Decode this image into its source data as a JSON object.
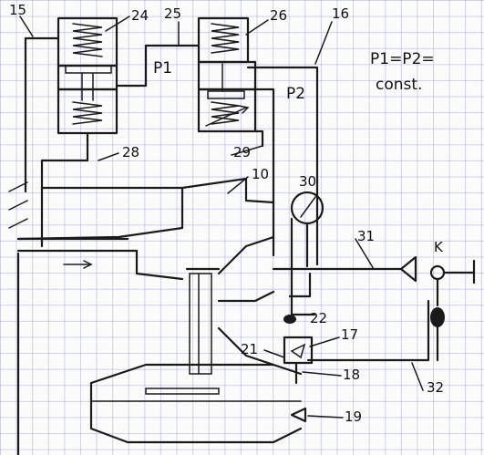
{
  "labels": {
    "l15": "15",
    "l24": "24",
    "l25": "25",
    "l26": "26",
    "l16": "16",
    "lP1": "P1",
    "lP2": "P2",
    "formula_line1": "P1=P2=",
    "formula_line2": "const.",
    "l28": "28",
    "l29": "29",
    "l10": "10",
    "l30": "30",
    "l31": "31",
    "lK": "K",
    "l22": "22",
    "l17": "17",
    "l21": "21",
    "l18": "18",
    "l32": "32",
    "l19": "19"
  },
  "colors": {
    "ink": "#1a1a1a",
    "grid": "#8a92c8",
    "paper": "#fbfbfb"
  }
}
